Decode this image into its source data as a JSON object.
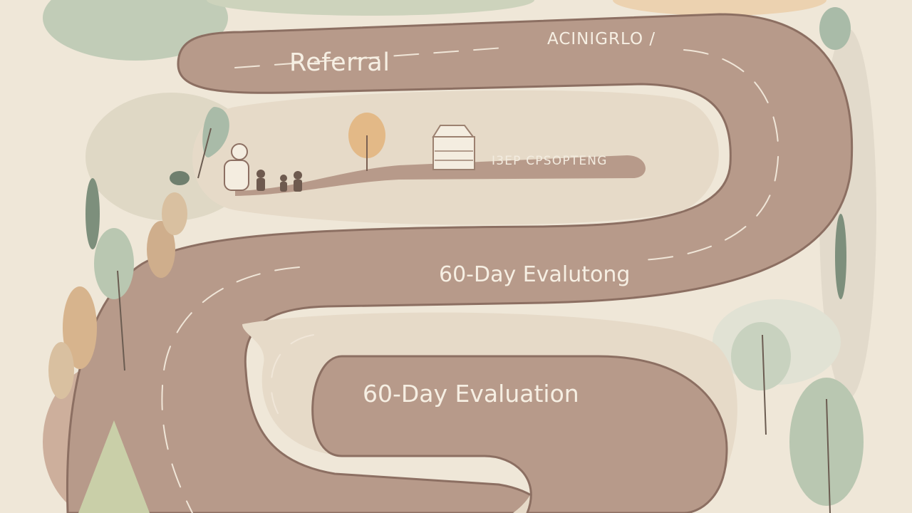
{
  "labels": {
    "referral": "Referral",
    "top_right": "ACINIGRLO /",
    "sign": "I3EP CPSOPTENG",
    "middle_evaluation": "60-Day Evalutong",
    "bottom_evaluation": "60-Day Evaluation"
  },
  "colors": {
    "background": "#efe7d8",
    "road": "#b79a8a",
    "road_edge": "#8c6f62",
    "road_inner": "#e6dac8",
    "label_text": "#f6efe3",
    "sage": "#b9c7b1",
    "tan": "#d7c1a0"
  }
}
